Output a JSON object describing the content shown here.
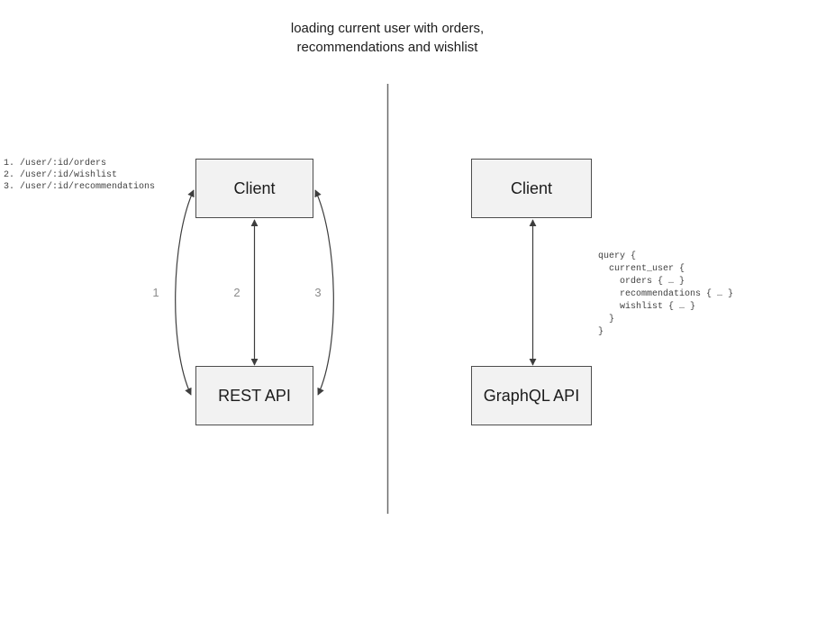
{
  "title": {
    "line1": "loading current user with orders,",
    "line2": "recommendations and wishlist"
  },
  "colors": {
    "box_fill": "#f2f2f2",
    "box_border": "#4d4d4d",
    "arrow": "#3d3d3d",
    "divider": "#6b6b6b",
    "label_gray": "#8c8c8c",
    "code_text": "#414141",
    "title_text": "#1c1c1c"
  },
  "rest_panel": {
    "client_label": "Client",
    "api_label": "REST API",
    "endpoints": [
      "1. /user/:id/orders",
      "2. /user/:id/wishlist",
      "3. /user/:id/recommendations"
    ],
    "arrow_labels": [
      "1",
      "2",
      "3"
    ]
  },
  "graphql_panel": {
    "client_label": "Client",
    "api_label": "GraphQL API",
    "query_lines": [
      "query {",
      "  current_user {",
      "    orders { … }",
      "    recommendations { … }",
      "    wishlist { … }",
      "  }",
      "}"
    ]
  }
}
